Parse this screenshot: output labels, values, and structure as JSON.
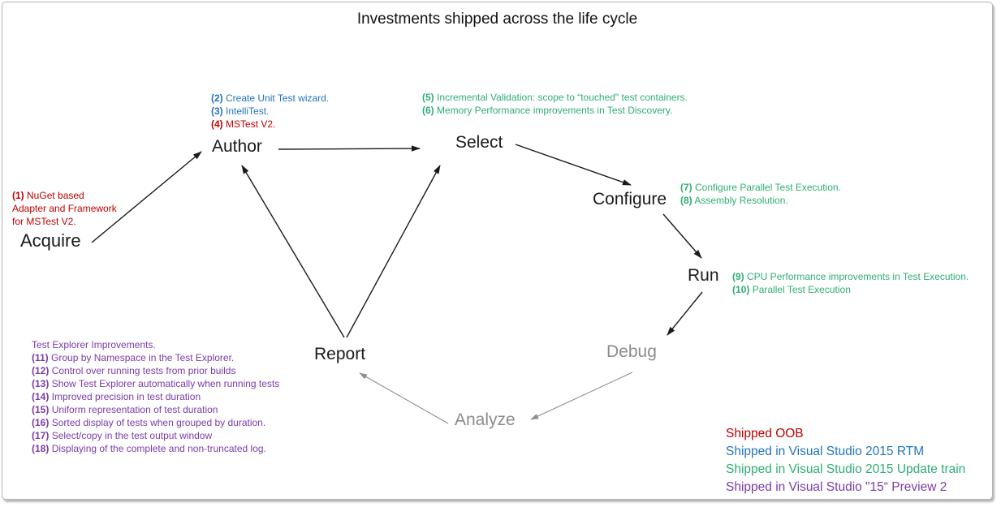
{
  "title": "Investments shipped across the life cycle",
  "colors": {
    "shipped_oob": "#C00000",
    "shipped_vs2015_rtm": "#2575BE",
    "shipped_vs2015_update_train": "#2FAE73",
    "shipped_vs15_preview2": "#7A3CA8",
    "node_active": "#1A1A1A",
    "node_inactive": "#8C8C8C"
  },
  "nodes": {
    "acquire": "Acquire",
    "author": "Author",
    "select": "Select",
    "configure": "Configure",
    "run": "Run",
    "debug": "Debug",
    "analyze": "Analyze",
    "report": "Report"
  },
  "edges": [
    {
      "from": "Acquire",
      "to": "Author",
      "color": "black"
    },
    {
      "from": "Author",
      "to": "Select",
      "color": "black"
    },
    {
      "from": "Select",
      "to": "Configure",
      "color": "black"
    },
    {
      "from": "Configure",
      "to": "Run",
      "color": "black"
    },
    {
      "from": "Run",
      "to": "Debug",
      "color": "black"
    },
    {
      "from": "Debug",
      "to": "Analyze",
      "color": "gray"
    },
    {
      "from": "Analyze",
      "to": "Report",
      "color": "gray"
    },
    {
      "from": "Report",
      "to": "Author",
      "color": "black"
    },
    {
      "from": "Report",
      "to": "Select",
      "color": "black"
    }
  ],
  "notes": {
    "acquire": [
      {
        "num": "(1)",
        "text": "NuGet based"
      },
      {
        "num": "",
        "text": "Adapter and Framework"
      },
      {
        "num": "",
        "text": "for MSTest V2."
      }
    ],
    "author": [
      {
        "num": "(2)",
        "text": "Create Unit Test wizard."
      },
      {
        "num": "(3)",
        "text": "IntelliTest."
      },
      {
        "num": "(4)",
        "text": "MSTest V2."
      }
    ],
    "select": [
      {
        "num": "(5)",
        "text": "Incremental Validation: scope to “touched\" test containers."
      },
      {
        "num": "(6)",
        "text": "Memory Performance improvements in Test Discovery."
      }
    ],
    "configure": [
      {
        "num": "(7)",
        "text": "Configure Parallel Test Execution."
      },
      {
        "num": "(8)",
        "text": "Assembly Resolution."
      }
    ],
    "run": [
      {
        "num": "(9)",
        "text": "CPU Performance improvements in Test Execution."
      },
      {
        "num": "(10)",
        "text": "Parallel Test Execution"
      }
    ],
    "report": [
      {
        "num": "",
        "text": "Test Explorer Improvements."
      },
      {
        "num": "(11)",
        "text": "Group by Namespace in the Test Explorer."
      },
      {
        "num": "(12)",
        "text": "Control over running tests from prior builds"
      },
      {
        "num": "(13)",
        "text": "Show Test Explorer automatically when running tests"
      },
      {
        "num": "(14)",
        "text": "Improved precision in test duration"
      },
      {
        "num": "(15)",
        "text": "Uniform representation of test duration"
      },
      {
        "num": "(16)",
        "text": "Sorted display of tests when grouped by duration."
      },
      {
        "num": "(17)",
        "text": "Select/copy in the test output window"
      },
      {
        "num": "(18)",
        "text": "Displaying of the complete and non-truncated log."
      }
    ]
  },
  "legend": [
    {
      "label": "Shipped OOB"
    },
    {
      "label": "Shipped in Visual Studio 2015 RTM"
    },
    {
      "label": "Shipped in Visual Studio 2015 Update train"
    },
    {
      "label": "Shipped in Visual Studio \"15“ Preview 2"
    }
  ]
}
